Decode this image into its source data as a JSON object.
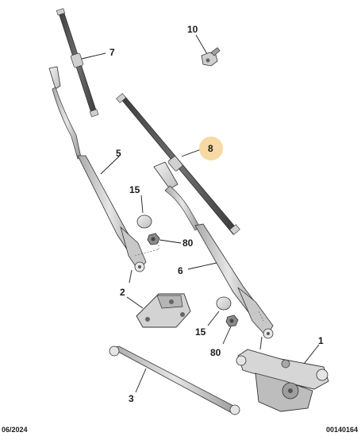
{
  "callouts": {
    "c1": "1",
    "c2": "2",
    "c3": "3",
    "c5": "5",
    "c6": "6",
    "c7": "7",
    "c8": "8",
    "c10": "10",
    "c15a": "15",
    "c15b": "15",
    "c80a": "80",
    "c80b": "80"
  },
  "footer": {
    "date": "06/2024",
    "ref": "00140164"
  },
  "colors": {
    "highlight": "#f7d9a3",
    "part_fill": "#d9d9d9",
    "part_dark": "#4a4a4a",
    "outline": "#333333"
  }
}
